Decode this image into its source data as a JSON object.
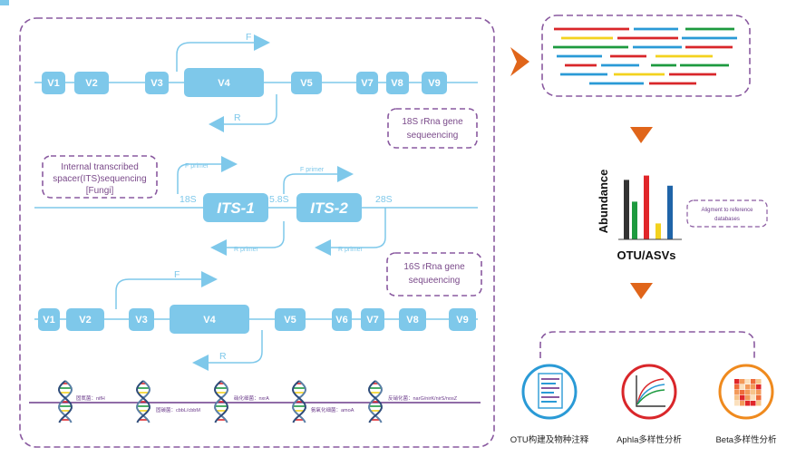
{
  "regions_18s": [
    "V1",
    "V2",
    "V3",
    "V4",
    "V5",
    "V7",
    "V8",
    "V9"
  ],
  "regions_16s": [
    "V1",
    "V2",
    "V3",
    "V4",
    "V5",
    "V6",
    "V7",
    "V8",
    "V9"
  ],
  "primer_f": "F",
  "primer_r": "R",
  "label_18s_seq": [
    "18S rRna gene",
    "sequeencing"
  ],
  "label_16s_seq": [
    "16S rRna gene",
    "sequeencing"
  ],
  "label_its": [
    "Internal transcribed",
    "spacer(ITS)sequencing",
    "[Fungi]"
  ],
  "its": {
    "its1": "ITS-1",
    "its2": "ITS-2",
    "s18": "18S",
    "s58": "5.8S",
    "s28": "28S",
    "f_primer": "F primer",
    "r_primer": "R primer"
  },
  "genes": [
    "固氮菌：nifH",
    "固碳菌：cbbL/cbbM",
    "硝化细菌：nxrA",
    "氨氧化细菌：amoA",
    "反硝化菌：narG/nirK/nirS/nosZ"
  ],
  "abundance_label": "Abundance",
  "otu_label": "OTU/ASVs",
  "alignment_label": [
    "Aligment to reference",
    "databases"
  ],
  "bar_values": [
    0.82,
    0.52,
    0.88,
    0.22,
    0.74
  ],
  "bar_colors": [
    "#333333",
    "#1d9a3f",
    "#e0262a",
    "#f3d21e",
    "#1f64a8"
  ],
  "analysis_labels": [
    "OTU构建及物种注释",
    "Aphla多样性分析",
    "Beta多样性分析"
  ],
  "colors": {
    "region": "#7ec8ea",
    "dashed": "#8a5aa0",
    "arrow_orange": "#e0651a",
    "red": "#d9262a",
    "blue": "#2a9ad6",
    "yellow": "#f3d21e",
    "green": "#1d9a3f"
  }
}
